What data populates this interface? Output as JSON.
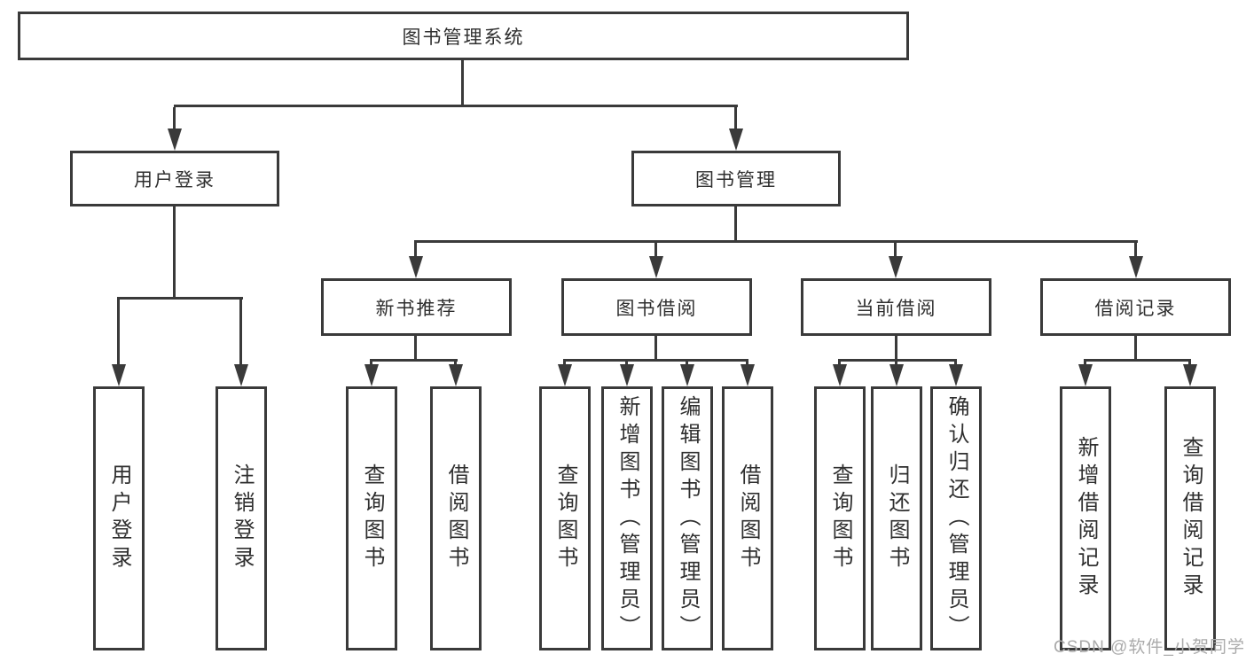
{
  "diagram": {
    "root": {
      "label": "图书管理系统"
    },
    "user_branch": {
      "label": "用户登录",
      "children": [
        {
          "label": "用户登录"
        },
        {
          "label": "注销登录"
        }
      ]
    },
    "book_branch": {
      "label": "图书管理",
      "sections": [
        {
          "label": "新书推荐",
          "children": [
            {
              "label": "查询图书"
            },
            {
              "label": "借阅图书"
            }
          ]
        },
        {
          "label": "图书借阅",
          "children": [
            {
              "label": "查询图书"
            },
            {
              "label": "新增图书（管理员）"
            },
            {
              "label": "编辑图书（管理员）"
            },
            {
              "label": "借阅图书"
            }
          ]
        },
        {
          "label": "当前借阅",
          "children": [
            {
              "label": "查询图书"
            },
            {
              "label": "归还图书"
            },
            {
              "label": "确认归还（管理员）"
            }
          ]
        },
        {
          "label": "借阅记录",
          "children": [
            {
              "label": "新增借阅记录"
            },
            {
              "label": "查询借阅记录"
            }
          ]
        }
      ]
    }
  },
  "watermark": {
    "text": "CSDN @软件_小贺同学"
  },
  "colors": {
    "line": "#3a3a3a",
    "text": "#2f2f2f",
    "watermark": "#ababab",
    "background": "#ffffff"
  }
}
